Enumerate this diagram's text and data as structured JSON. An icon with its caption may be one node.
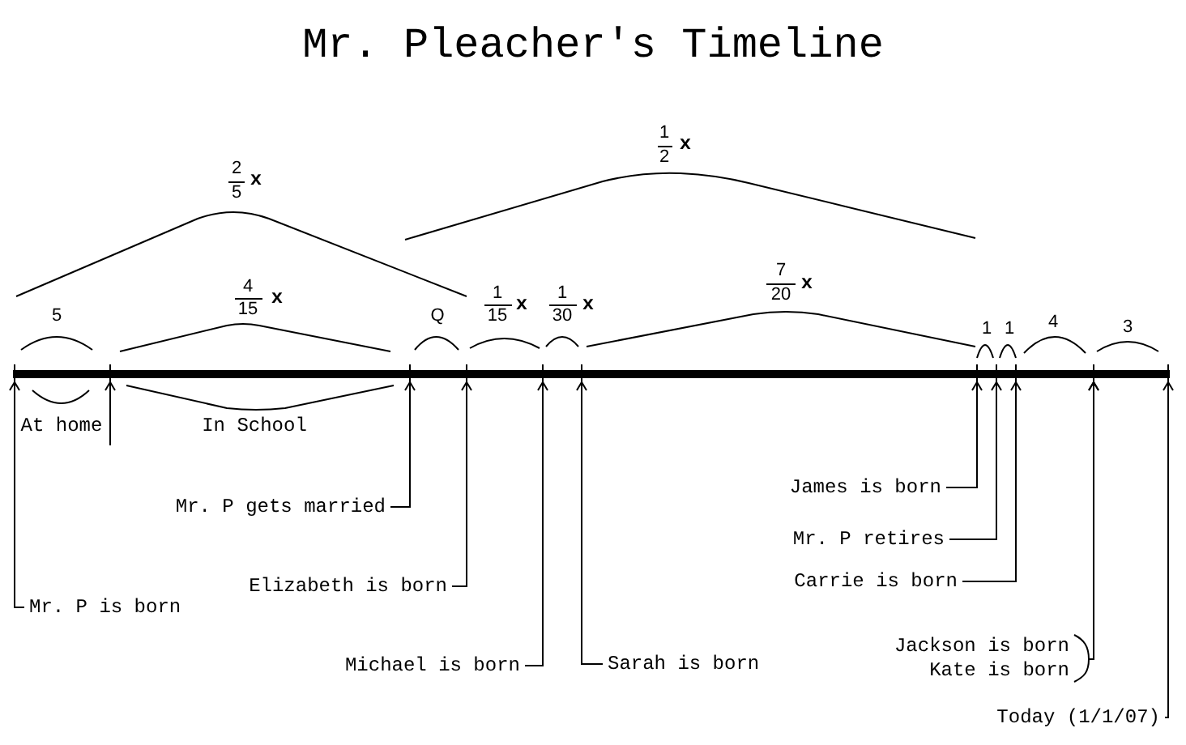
{
  "diagram": {
    "title": "Mr. Pleacher's Timeline",
    "nodes": [
      {
        "text": [],
        "shape": "bar"
      },
      {
        "text": [
          "Mr. P is born"
        ]
      },
      {
        "text": [
          "Mr. P gets married"
        ]
      },
      {
        "text": [
          "Elizabeth is born"
        ]
      },
      {
        "text": [
          "Michael is born"
        ]
      },
      {
        "text": [
          "Sarah is born"
        ]
      },
      {
        "text": [
          "James is born"
        ]
      },
      {
        "text": [
          "Mr. P retires"
        ]
      },
      {
        "text": [
          "Carrie is born"
        ]
      },
      {
        "text": [
          "Jackson is born"
        ]
      },
      {
        "text": [
          "Kate is born"
        ]
      },
      {
        "text": [
          "Today (1/1/07)"
        ]
      }
    ],
    "edges": [
      {
        "from": 1,
        "to": 0,
        "arrow": "to"
      },
      {
        "from": 2,
        "to": 0,
        "arrow": "to"
      },
      {
        "from": 3,
        "to": 0,
        "arrow": "to"
      },
      {
        "from": 4,
        "to": 0,
        "arrow": "to"
      },
      {
        "from": 5,
        "to": 0,
        "arrow": "to"
      },
      {
        "from": 6,
        "to": 0,
        "arrow": "to"
      },
      {
        "from": 7,
        "to": 0,
        "arrow": "to"
      },
      {
        "from": 8,
        "to": 0,
        "arrow": "to"
      },
      {
        "from": 9,
        "to": 0,
        "arrow": "to"
      },
      {
        "from": 10,
        "to": 0,
        "arrow": "to"
      },
      {
        "from": 11,
        "to": 0,
        "arrow": "to"
      },
      {
        "from": null,
        "to": 0,
        "arrow": "to"
      }
    ],
    "labels": [
      "1",
      "2",
      "x",
      "2",
      "5",
      "x",
      "5",
      "4",
      "15",
      "x",
      "Q",
      "1",
      "15",
      "x",
      "1",
      "30",
      "x",
      "7",
      "20",
      "x",
      "1",
      "1",
      "4",
      "3",
      "At home",
      "In School"
    ]
  }
}
